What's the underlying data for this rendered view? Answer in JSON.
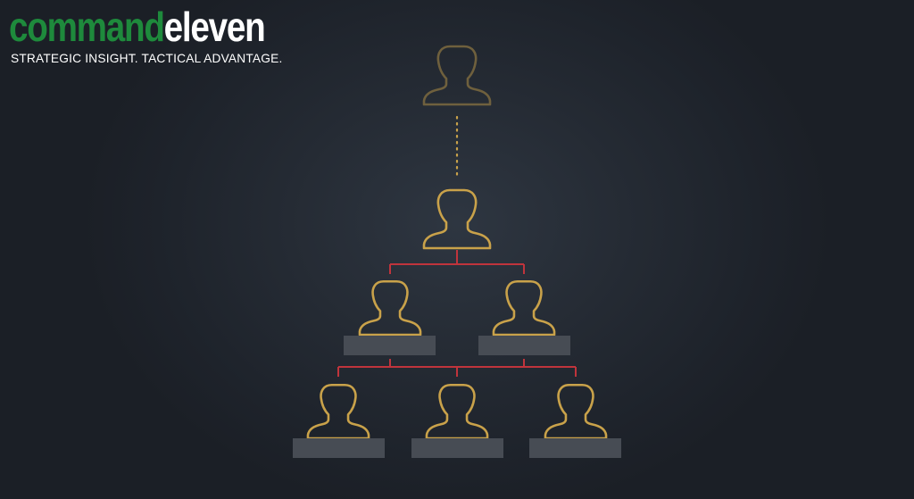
{
  "logo": {
    "part1": "command",
    "part2": "eleven",
    "tagline": "STRATEGIC INSIGHT. TACTICAL ADVANTAGE."
  },
  "colors": {
    "background": "#1d222a",
    "logo_green": "#1e8a3c",
    "person_gold": "#c9a24a",
    "person_faded": "#7d6a40",
    "connector_red": "#c0343c",
    "dotted_link": "#c9a24a",
    "label_placeholder": "#474c54"
  },
  "org_chart": {
    "levels": [
      {
        "level": 1,
        "people": 1,
        "style": "faded"
      },
      {
        "level": 2,
        "people": 1,
        "style": "highlighted"
      },
      {
        "level": 3,
        "people": 2,
        "style": "highlighted",
        "labels": "blank"
      },
      {
        "level": 4,
        "people": 3,
        "style": "highlighted",
        "labels": "blank"
      }
    ],
    "links": [
      {
        "from": 1,
        "to": 2,
        "style": "dotted"
      },
      {
        "from": 2,
        "to": 3,
        "style": "solid"
      },
      {
        "from": 3,
        "to": 4,
        "style": "solid"
      }
    ]
  }
}
